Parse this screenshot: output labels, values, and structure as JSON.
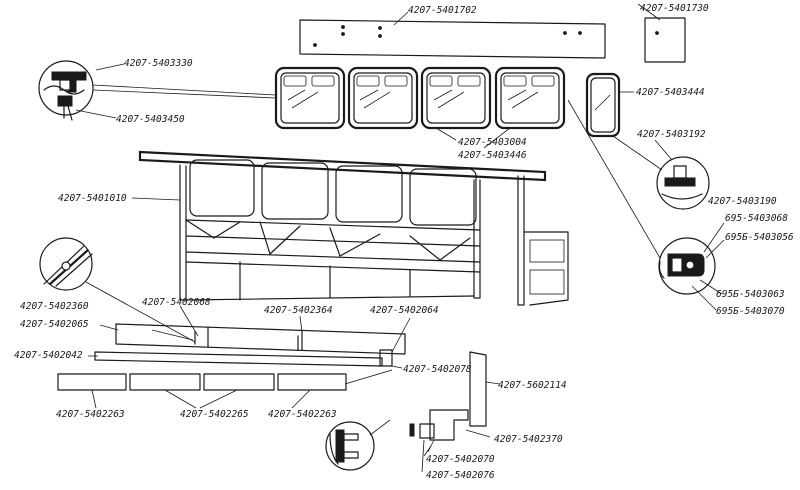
{
  "labels": {
    "panel_top": "4207-5401702",
    "panel_small": "4207-5401730",
    "seal_upper": "4207-5403330",
    "seal_lower": "4207-5403450",
    "rear_window": "4207-5403444",
    "window_frame_a": "4207-5403004",
    "window_frame_b": "4207-5403446",
    "seal_rear": "4207-5403192",
    "frame": "4207-5401010",
    "seal_rear_b": "4207-5403190",
    "clip_a": "695-5403068",
    "clip_b": "695Б-5403056",
    "clip_c": "695Б-5403063",
    "clip_d": "695Б-5403070",
    "sk_a": "4207-5402360",
    "sk_b": "4207-5402068",
    "sk_c": "4207-5402364",
    "sk_d": "4207-5402064",
    "sk_e": "4207-5402065",
    "sk_f": "4207-5402042",
    "sk_g": "4207-5402078",
    "sk_h": "4207-5602114",
    "lw_a": "4207-5402263",
    "lw_b": "4207-5402265",
    "lw_c": "4207-5402263",
    "rp_a": "4207-5402370",
    "rp_b": "4207-5402070",
    "rp_c": "4207-5402076"
  }
}
